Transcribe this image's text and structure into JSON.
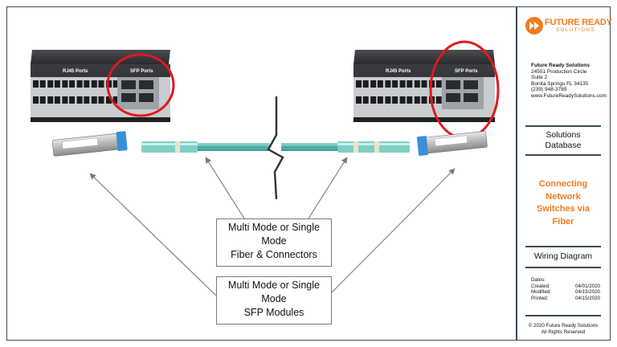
{
  "switch_left": {
    "rj45_label": "RJ45 Ports",
    "sfp_label": "SFP Ports"
  },
  "switch_right": {
    "rj45_label": "RJ45 Ports",
    "sfp_label": "SFP Ports"
  },
  "callouts": {
    "fiber": {
      "lines": [
        "Multi Mode or Single",
        "Mode",
        "Fiber & Connectors"
      ]
    },
    "sfp": {
      "lines": [
        "Multi Mode or Single",
        "Mode",
        "SFP Modules"
      ]
    }
  },
  "title_block": {
    "logo": {
      "name": "FUTURE READY",
      "sub": "SOLUTIONS",
      "color": "#f07c1f"
    },
    "company": "Future Ready Solutions",
    "address": [
      "24551 Production Circle",
      "Suite 2",
      "Bonita Springs FL 34135",
      "(239) 948-3789",
      "www.FutureReadySolutions.com"
    ],
    "section": [
      "Solutions",
      "Database"
    ],
    "project_title": [
      "Connecting",
      "Network",
      "Switches via",
      "Fiber"
    ],
    "drawing_type": "Wiring Diagram",
    "dates": {
      "label": "Dates:",
      "created_label": "Created:",
      "created": "04/01/2020",
      "modified_label": "Modified:",
      "modified": "04/15/2020",
      "printed_label": "Printed:",
      "printed": "04/15/2020"
    },
    "footer": [
      "© 2020 Future Ready Solutions",
      "All Rights Reserved"
    ]
  },
  "colors": {
    "highlight_ring": "#e0191f",
    "fiber_cable": "#5fc0b4",
    "accent": "#f07c1f",
    "frame": "#3a4a5a"
  }
}
